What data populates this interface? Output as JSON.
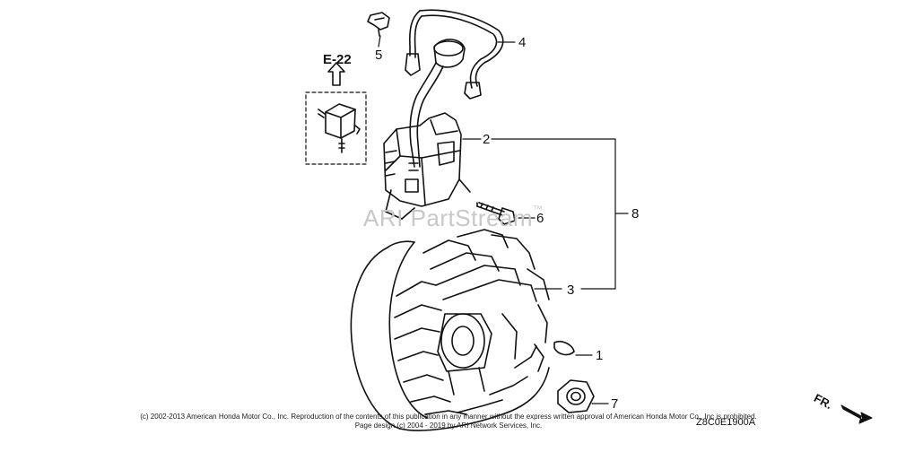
{
  "diagram": {
    "ref_label": "E-22",
    "callouts": [
      {
        "id": "part-1",
        "text": "1"
      },
      {
        "id": "part-2",
        "text": "2"
      },
      {
        "id": "part-3",
        "text": "3"
      },
      {
        "id": "part-4",
        "text": "4"
      },
      {
        "id": "part-5",
        "text": "5"
      },
      {
        "id": "part-6",
        "text": "6"
      },
      {
        "id": "part-7",
        "text": "7"
      },
      {
        "id": "part-8",
        "text": "8"
      }
    ],
    "watermark": "ARI PartStream",
    "watermark_tm": "™",
    "copyright_line1": "(c) 2002-2013 American Honda Motor Co., Inc. Reproduction of the contents of this publication in any manner without the express written approval of American Honda Motor Co., Inc is prohibited.",
    "copyright_line2": "Page design (c) 2004 - 2019 by ARI Network Services, Inc.",
    "diagram_code": "Z8C0E1900A",
    "front_label": "FR."
  }
}
